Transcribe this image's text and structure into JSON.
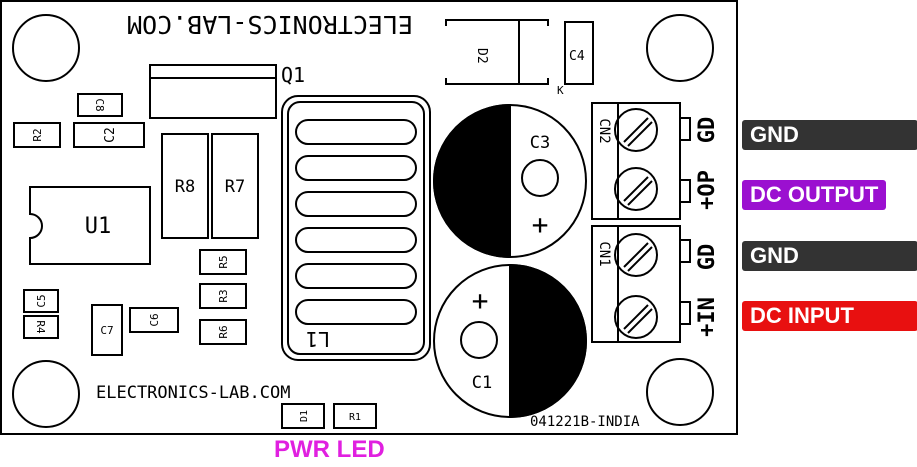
{
  "board": {
    "brand_top": "ELECTRONICS-LAB.COM",
    "brand_bottom": "ELECTRONICS-LAB.COM",
    "code": "041221B-INDIA"
  },
  "components": {
    "q1": "Q1",
    "d2": "D2",
    "c4": "C4",
    "k": "K",
    "c8": "C8",
    "r2": "R2",
    "c2": "C2",
    "r8": "R8",
    "r7": "R7",
    "u1": "U1",
    "r5": "R5",
    "r3": "R3",
    "r6": "R6",
    "c5": "C5",
    "r4": "R4",
    "c7": "C7",
    "c6": "C6",
    "l1": "L1",
    "c3": "C3",
    "c1": "C1",
    "cn2": "CN2",
    "cn1": "CN1",
    "d1": "D1",
    "r1": "R1",
    "plus": "+"
  },
  "terminals": {
    "gd_top": "GD",
    "op": "+OP",
    "gd_bottom": "GD",
    "in": "+IN"
  },
  "labels": {
    "gnd_top": "GND",
    "dc_output": "DC OUTPUT",
    "gnd_bottom": "GND",
    "dc_input": "DC INPUT",
    "pwr_led": "PWR LED"
  },
  "colors": {
    "gnd": "#333333",
    "dc_output": "#9b10d0",
    "dc_input": "#e81010",
    "pwr_led": "#e020e0"
  }
}
